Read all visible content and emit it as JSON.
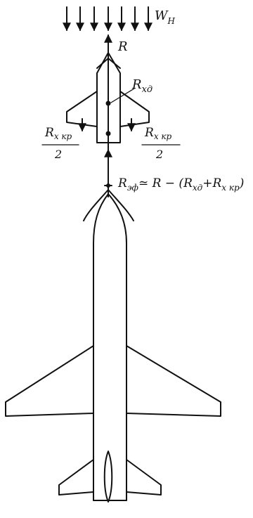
{
  "labels": {
    "wind": "W",
    "wind_sub": "H",
    "thrust": "R",
    "drag_body": "R",
    "drag_body_sub": "хд",
    "wing_drag_left_num": "R",
    "wing_drag_left_sub": "x кр",
    "wing_drag_left_den": "2",
    "wing_drag_right_num": "R",
    "wing_drag_right_sub": "x кр",
    "wing_drag_right_den": "2",
    "effective_lhs": "R",
    "effective_lhs_sub": "эф",
    "effective_rhs": "≃ R − (R",
    "effective_rhs_sub1": "хд",
    "effective_plus": "+R",
    "effective_rhs_sub2": "x кр",
    "effective_close": ")"
  }
}
